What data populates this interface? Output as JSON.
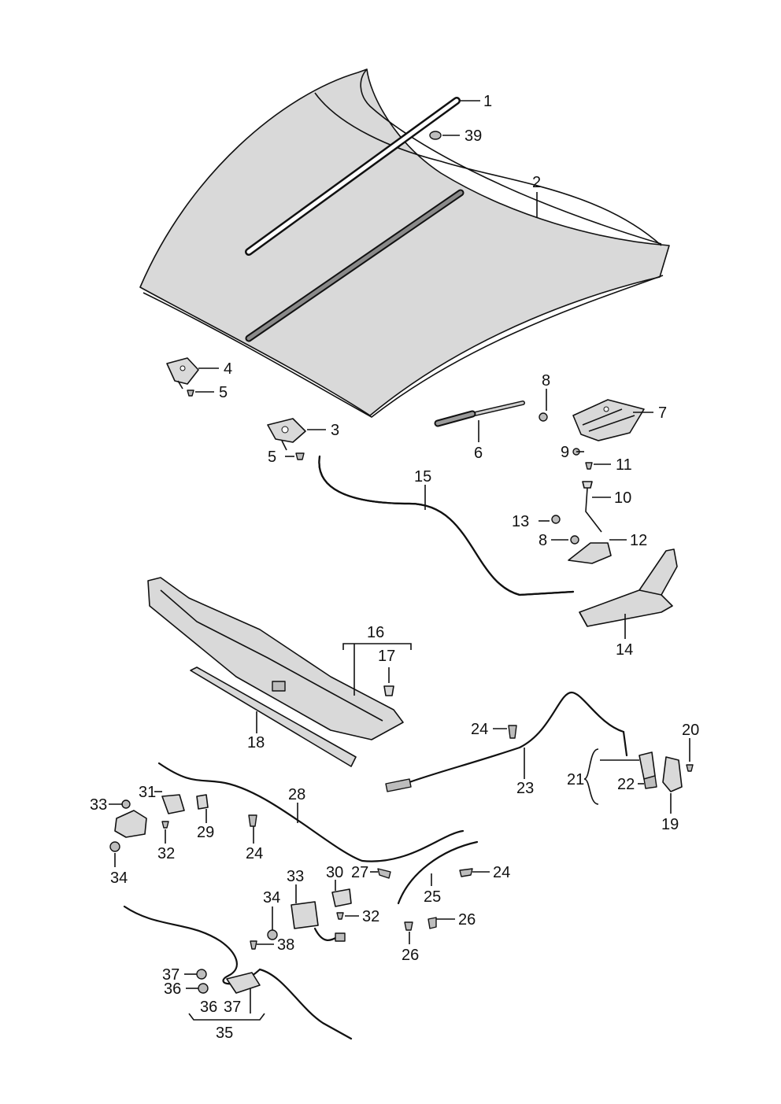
{
  "diagram": {
    "labels": {
      "l1": "1",
      "l39": "39",
      "l2": "2",
      "l4": "4",
      "l5a": "5",
      "l3": "3",
      "l5b": "5",
      "l8a": "8",
      "l7": "7",
      "l6": "6",
      "l9": "9",
      "l11": "11",
      "l15": "15",
      "l10": "10",
      "l13": "13",
      "l8b": "8",
      "l12": "12",
      "l14": "14",
      "l16": "16",
      "l17": "17",
      "l18": "18",
      "l24a": "24",
      "l20": "20",
      "l21": "21",
      "l22": "22",
      "l23": "23",
      "l19": "19",
      "l28": "28",
      "l33a": "33",
      "l31": "31",
      "l29": "29",
      "l32a": "32",
      "l24b": "24",
      "l34a": "34",
      "l30": "30",
      "l27": "27",
      "l24c": "24",
      "l33b": "33",
      "l25": "25",
      "l34b": "34",
      "l32b": "32",
      "l26a": "26",
      "l26b": "26",
      "l38": "38",
      "l37a": "37",
      "l36a": "36",
      "l36b": "36",
      "l37b": "37",
      "l35": "35"
    }
  }
}
